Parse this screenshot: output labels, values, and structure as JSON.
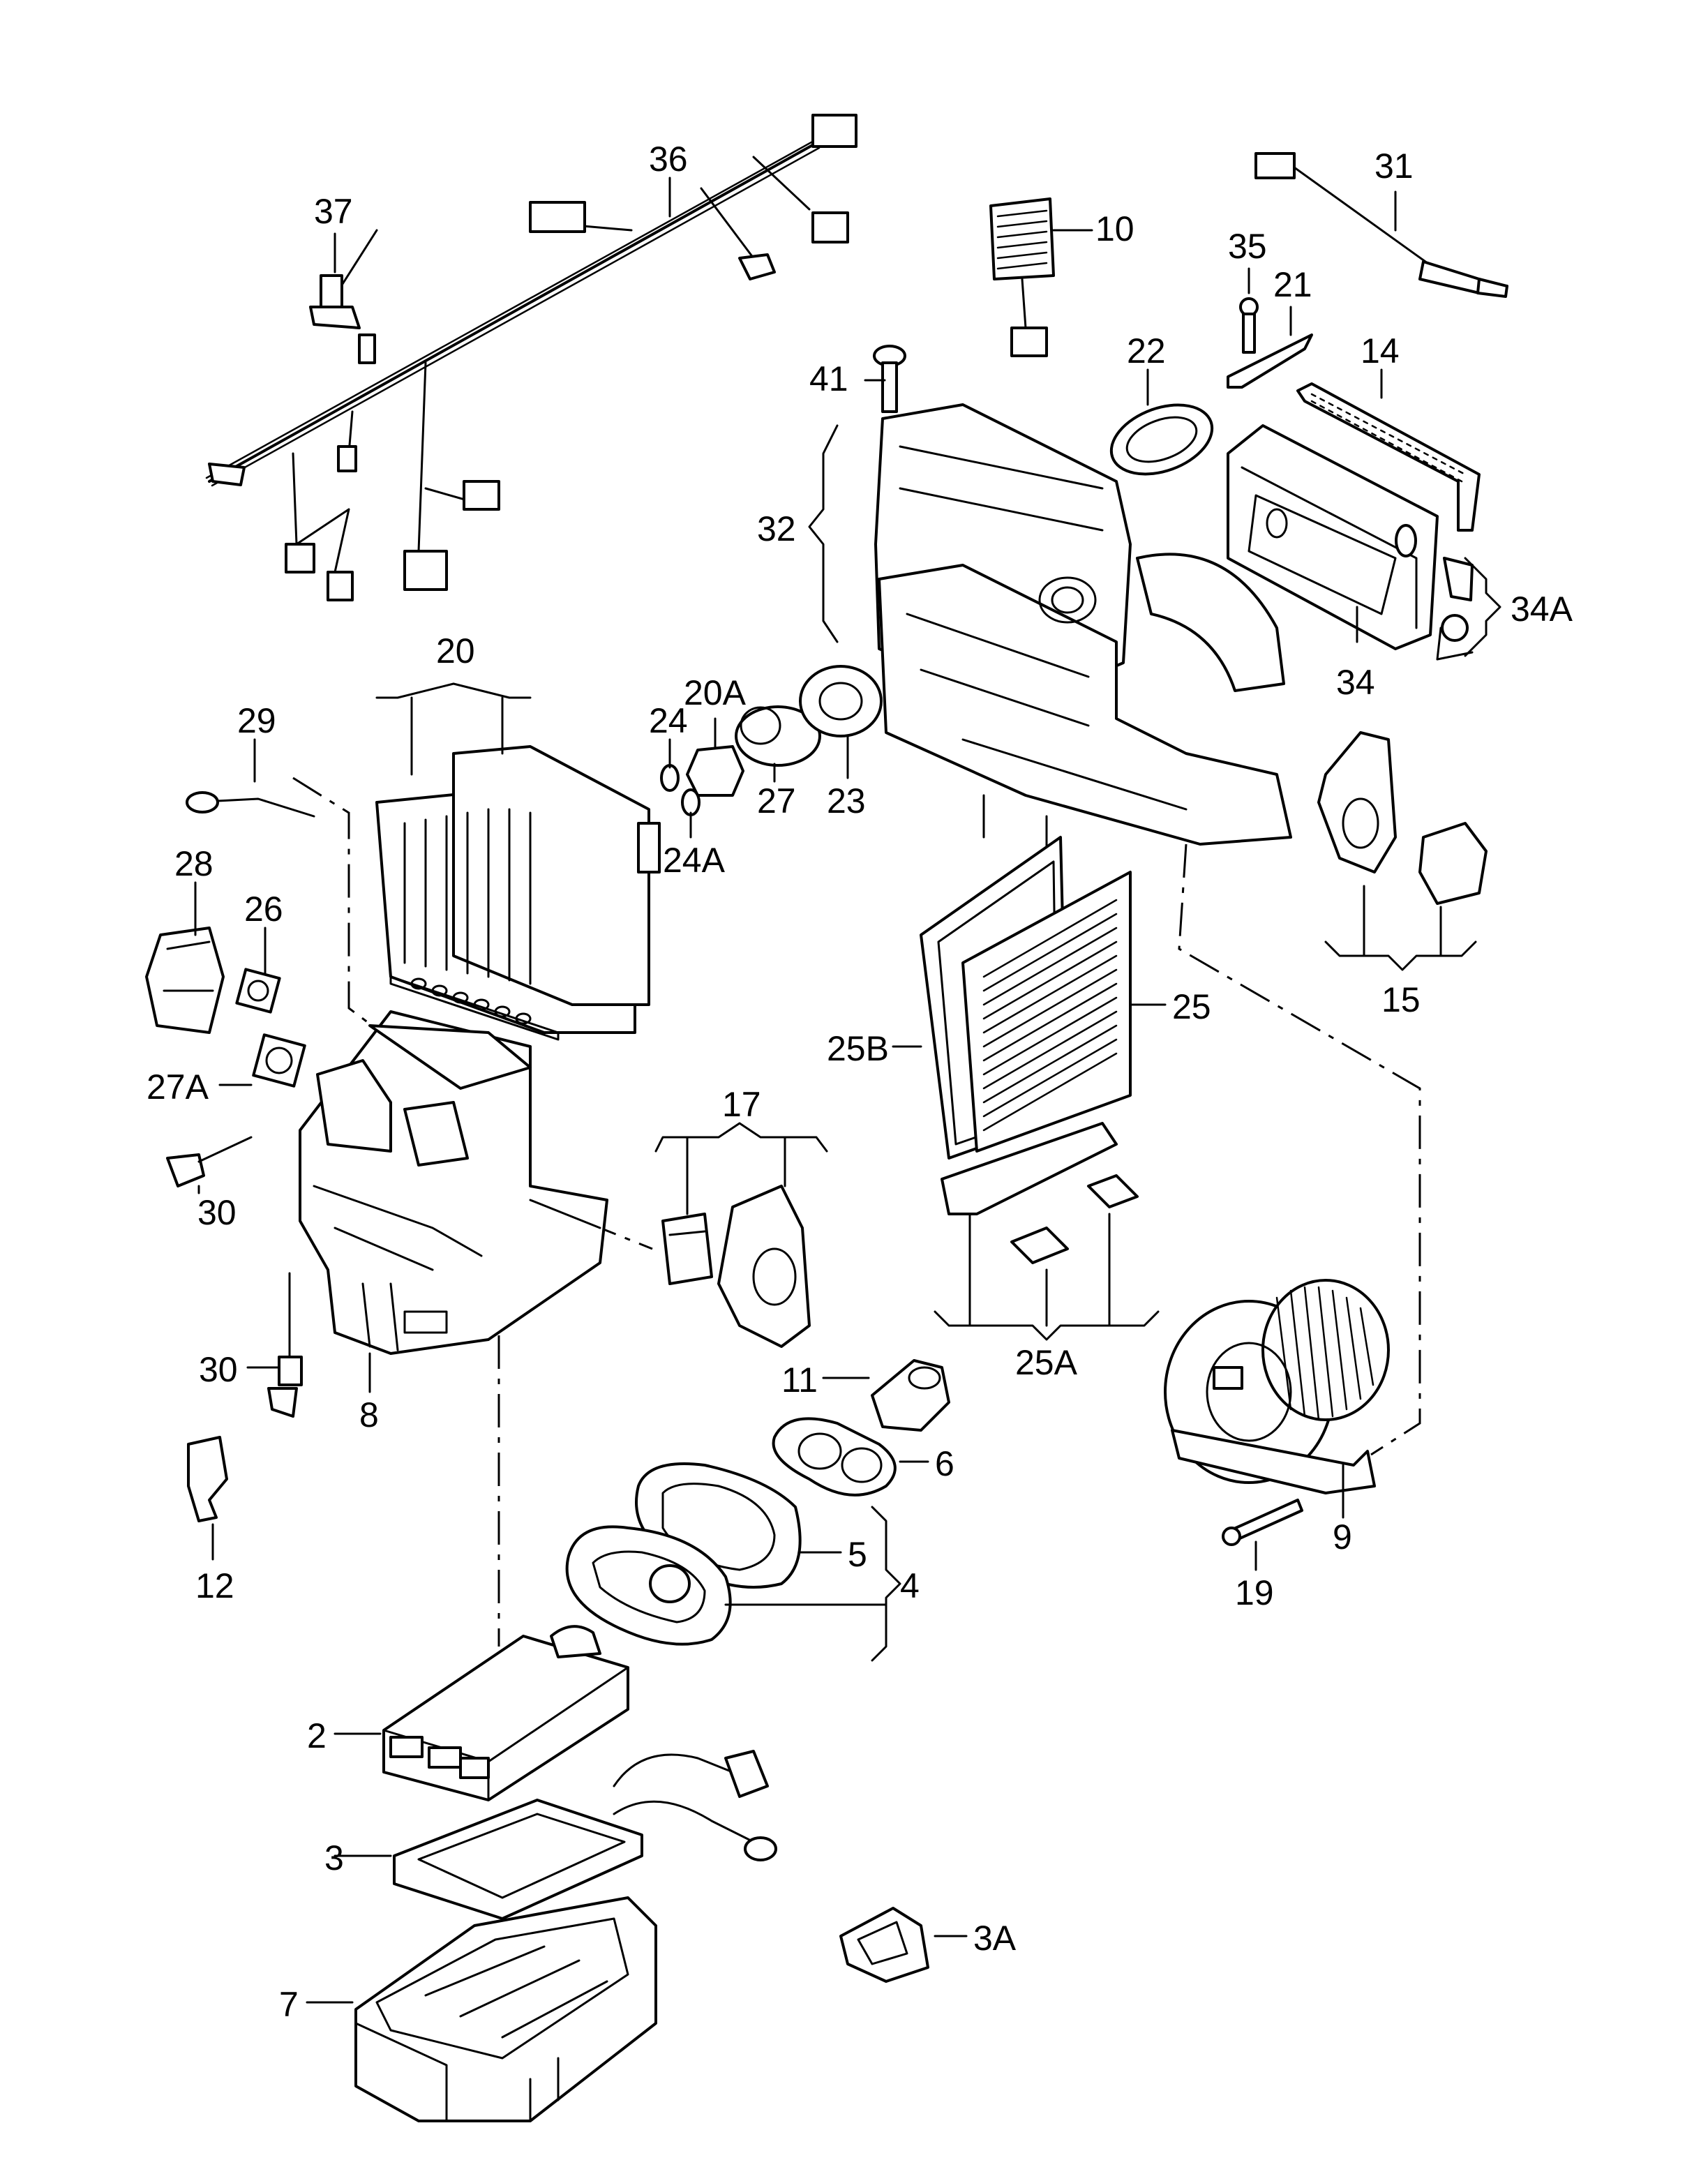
{
  "callouts": {
    "c2": "2",
    "c3": "3",
    "c3A": "3A",
    "c4": "4",
    "c5": "5",
    "c6": "6",
    "c7": "7",
    "c8": "8",
    "c9": "9",
    "c10": "10",
    "c11": "11",
    "c12": "12",
    "c14": "14",
    "c15": "15",
    "c17": "17",
    "c19": "19",
    "c20": "20",
    "c20A": "20A",
    "c21": "21",
    "c22": "22",
    "c23": "23",
    "c24": "24",
    "c24A": "24A",
    "c25": "25",
    "c25A": "25A",
    "c25B": "25B",
    "c26": "26",
    "c27": "27",
    "c27A": "27A",
    "c28": "28",
    "c29": "29",
    "c30a": "30",
    "c30b": "30",
    "c31": "31",
    "c32": "32",
    "c34": "34",
    "c34A": "34A",
    "c35": "35",
    "c36": "36",
    "c37": "37",
    "c41": "41"
  }
}
